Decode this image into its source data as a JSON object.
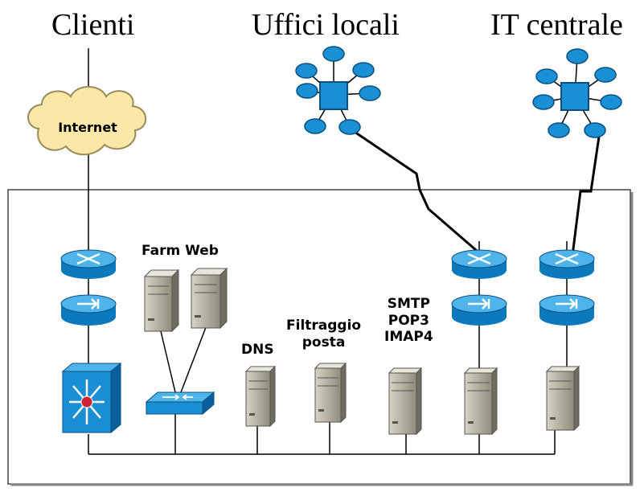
{
  "titles": {
    "clients": "Clienti",
    "local_offices": "Uffici locali",
    "central_it": "IT centrale"
  },
  "cloud_label": "Internet",
  "labels": {
    "farm_web": "Farm Web",
    "dns": "DNS",
    "filtering_line1": "Filtraggio",
    "filtering_line2": "posta",
    "mail_line1": "SMTP",
    "mail_line2": "POP3",
    "mail_line3": "IMAP4"
  },
  "colors": {
    "cloud_fill": "#fbe7a8",
    "network_blue": "#1a8fd3",
    "server_gray": "#b9b6a6",
    "switch_center": "#cc2233"
  }
}
